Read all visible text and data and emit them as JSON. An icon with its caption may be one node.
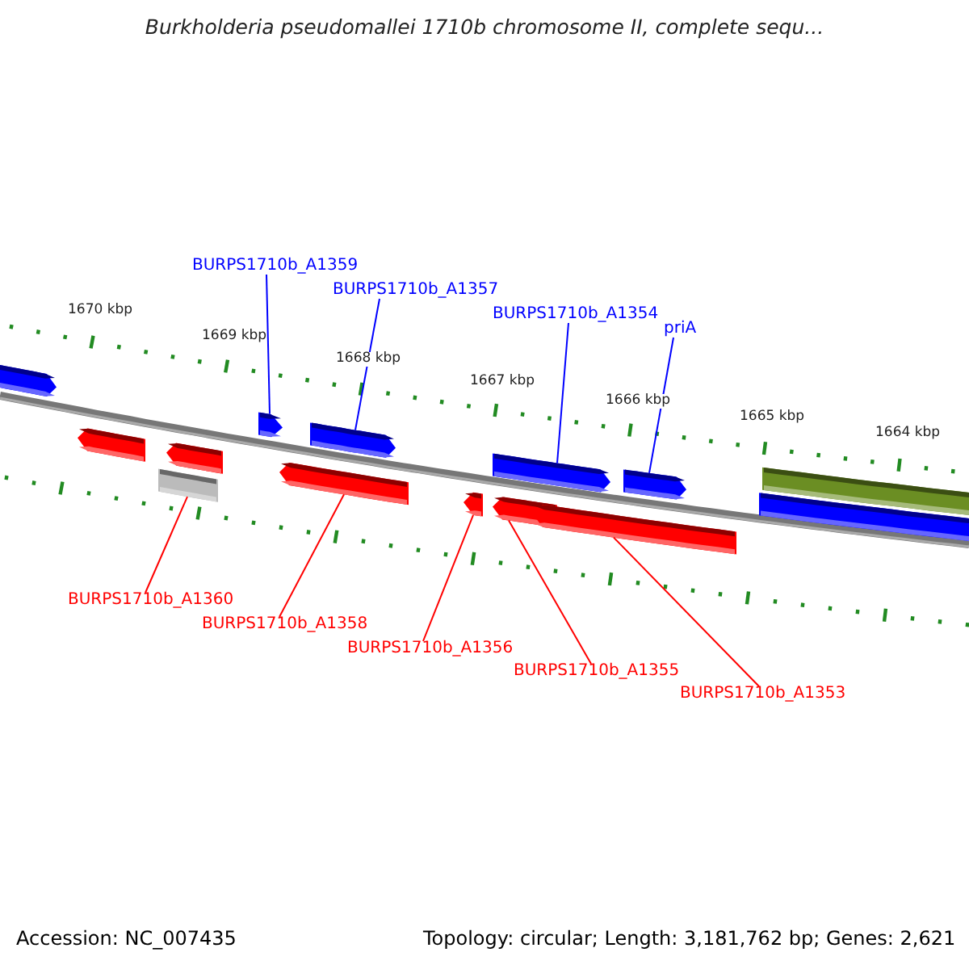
{
  "diagram": {
    "title": "Burkholderia pseudomallei 1710b chromosome II, complete sequ...",
    "nodes": [
      {
        "text": [
          "BURPS1710b_A1359"
        ]
      },
      {
        "text": [
          "BURPS1710b_A1357"
        ]
      },
      {
        "text": [
          "BURPS1710b_A1354"
        ]
      },
      {
        "text": [
          "priA"
        ]
      },
      {
        "text": [
          "BURPS1710b_A1360"
        ]
      },
      {
        "text": [
          "BURPS1710b_A1358"
        ]
      },
      {
        "text": [
          "BURPS1710b_A1356"
        ]
      },
      {
        "text": [
          "BURPS1710b_A1355"
        ]
      },
      {
        "text": [
          "BURPS1710b_A1353"
        ]
      },
      {
        "text": [],
        "shape": "bar"
      },
      {
        "text": [],
        "shape": "bar"
      },
      {
        "text": [],
        "shape": "bar"
      },
      {
        "text": [],
        "shape": "bar"
      },
      {
        "text": [],
        "shape": "bar"
      },
      {
        "text": [],
        "shape": "bar"
      },
      {
        "text": [],
        "shape": "bar"
      },
      {
        "text": [],
        "shape": "bar"
      },
      {
        "text": [],
        "shape": "bar"
      },
      {
        "text": [],
        "shape": "bar"
      },
      {
        "text": [],
        "shape": "bar"
      },
      {
        "text": [],
        "shape": "bar"
      },
      {
        "text": [],
        "shape": "bar"
      },
      {
        "text": [],
        "shape": "bar"
      }
    ],
    "edges": [
      {
        "from": 0,
        "to": 13,
        "arrow": "none",
        "color": "#0000ff"
      },
      {
        "from": 1,
        "to": 15,
        "arrow": "none",
        "color": "#0000ff"
      },
      {
        "from": 2,
        "to": 17,
        "arrow": "none",
        "color": "#0000ff"
      },
      {
        "from": 3,
        "to": 20,
        "arrow": "none",
        "color": "#0000ff"
      },
      {
        "from": 4,
        "to": 11,
        "arrow": "none",
        "color": "#ff0000"
      },
      {
        "from": 5,
        "to": 14,
        "arrow": "none",
        "color": "#ff0000"
      },
      {
        "from": 6,
        "to": 16,
        "arrow": "none",
        "color": "#ff0000"
      },
      {
        "from": 7,
        "to": 18,
        "arrow": "none",
        "color": "#ff0000"
      },
      {
        "from": 8,
        "to": 19,
        "arrow": "none",
        "color": "#ff0000"
      }
    ],
    "labels": [
      "1670 kbp",
      "1669 kbp",
      "1668 kbp",
      "1667 kbp",
      "1666 kbp",
      "1665 kbp",
      "1664 kbp",
      "Accession: NC_007435",
      "Topology: circular; Length: 3,181,762 bp; Genes: 2,621"
    ]
  }
}
